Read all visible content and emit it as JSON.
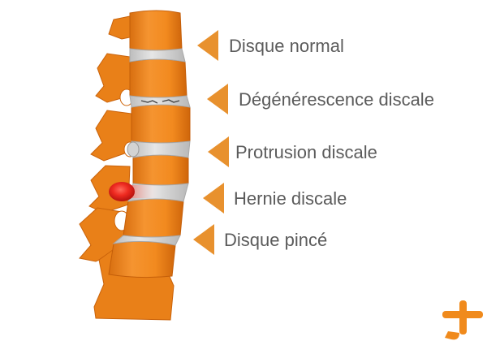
{
  "labels": [
    {
      "text": "Disque normal"
    },
    {
      "text": "Dégénérescence discale"
    },
    {
      "text": "Protrusion discale"
    },
    {
      "text": "Hernie discale"
    },
    {
      "text": "Disque pincé"
    }
  ],
  "colors": {
    "bone": "#f28a1f",
    "bone_dark": "#d56c0c",
    "bone_light": "#f7a748",
    "disc": "#c9c9c9",
    "disc_light": "#e2e2e2",
    "hernia": "#e8231f",
    "arrow": "#e8912e",
    "text": "#5b5b5b",
    "logo": "#f08a1c"
  },
  "icons": {
    "pointer": "triangle-arrow-icon",
    "logo": "brand-logo-icon"
  }
}
